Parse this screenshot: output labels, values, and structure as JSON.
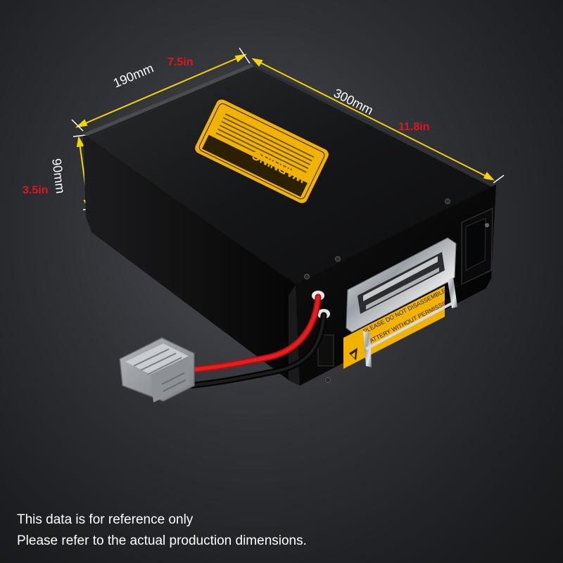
{
  "dimensions": {
    "width_mm": "190mm",
    "width_in": "7.5in",
    "length_mm": "300mm",
    "length_in": "11.8in",
    "height_mm": "90mm",
    "height_in": "3.5in"
  },
  "label": {
    "warning_title": "WARNING",
    "side_text_line1": "PLEASE DO NOT DISASSEMBLE THE",
    "side_text_line2": "BATTERY WITHOUT PERMISSION"
  },
  "caption": {
    "line1": "This data is for reference only",
    "line2": "Please refer to the actual production dimensions."
  },
  "colors": {
    "dimension_line": "#f5d400",
    "imperial_text": "#e3141b",
    "label_yellow": "#f2b300"
  }
}
